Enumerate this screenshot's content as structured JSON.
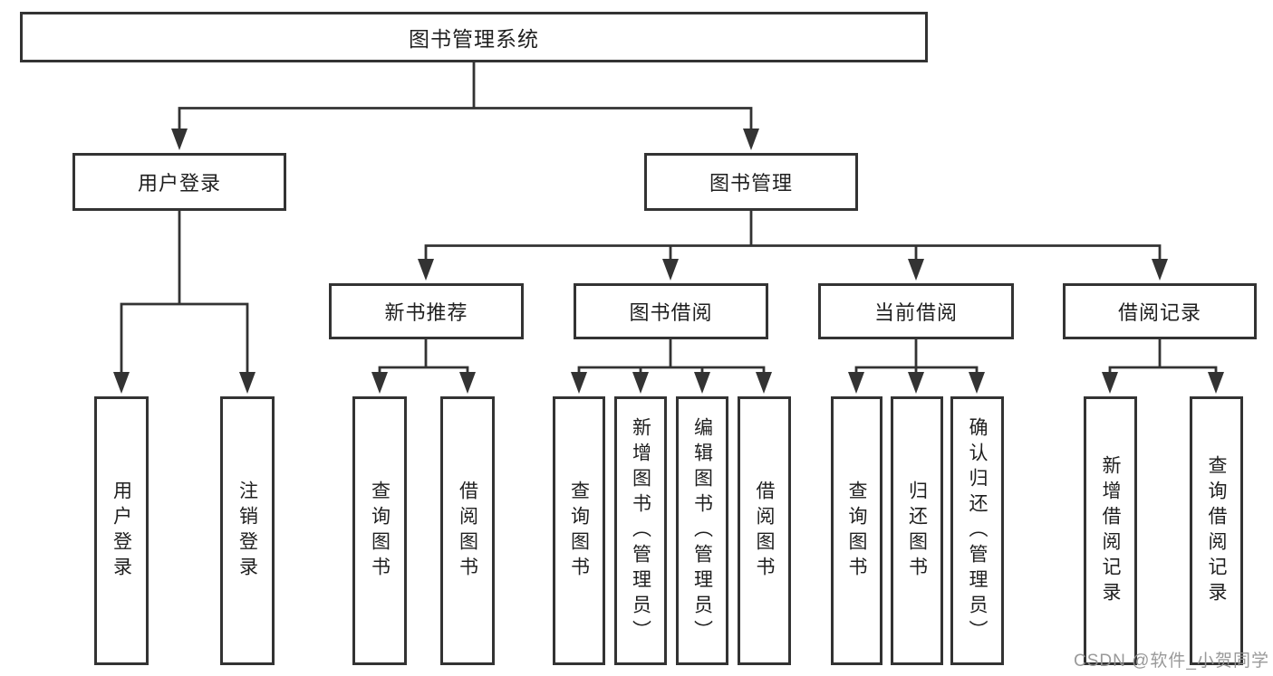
{
  "diagram": {
    "line_color": "#333333",
    "background": "#ffffff",
    "tree": {
      "root": "图书管理系统",
      "children": [
        {
          "label": "用户登录",
          "children": [
            "用户登录",
            "注销登录"
          ]
        },
        {
          "label": "图书管理",
          "children": [
            {
              "label": "新书推荐",
              "children": [
                "查询图书",
                "借阅图书"
              ]
            },
            {
              "label": "图书借阅",
              "children": [
                "查询图书",
                "新增图书（管理员）",
                "编辑图书（管理员）",
                "借阅图书"
              ]
            },
            {
              "label": "当前借阅",
              "children": [
                "查询图书",
                "归还图书",
                "确认归还（管理员）"
              ]
            },
            {
              "label": "借阅记录",
              "children": [
                "新增借阅记录",
                "查询借阅记录"
              ]
            }
          ]
        }
      ]
    },
    "watermark": {
      "text": "CSDN @软件_小贺同学"
    }
  }
}
